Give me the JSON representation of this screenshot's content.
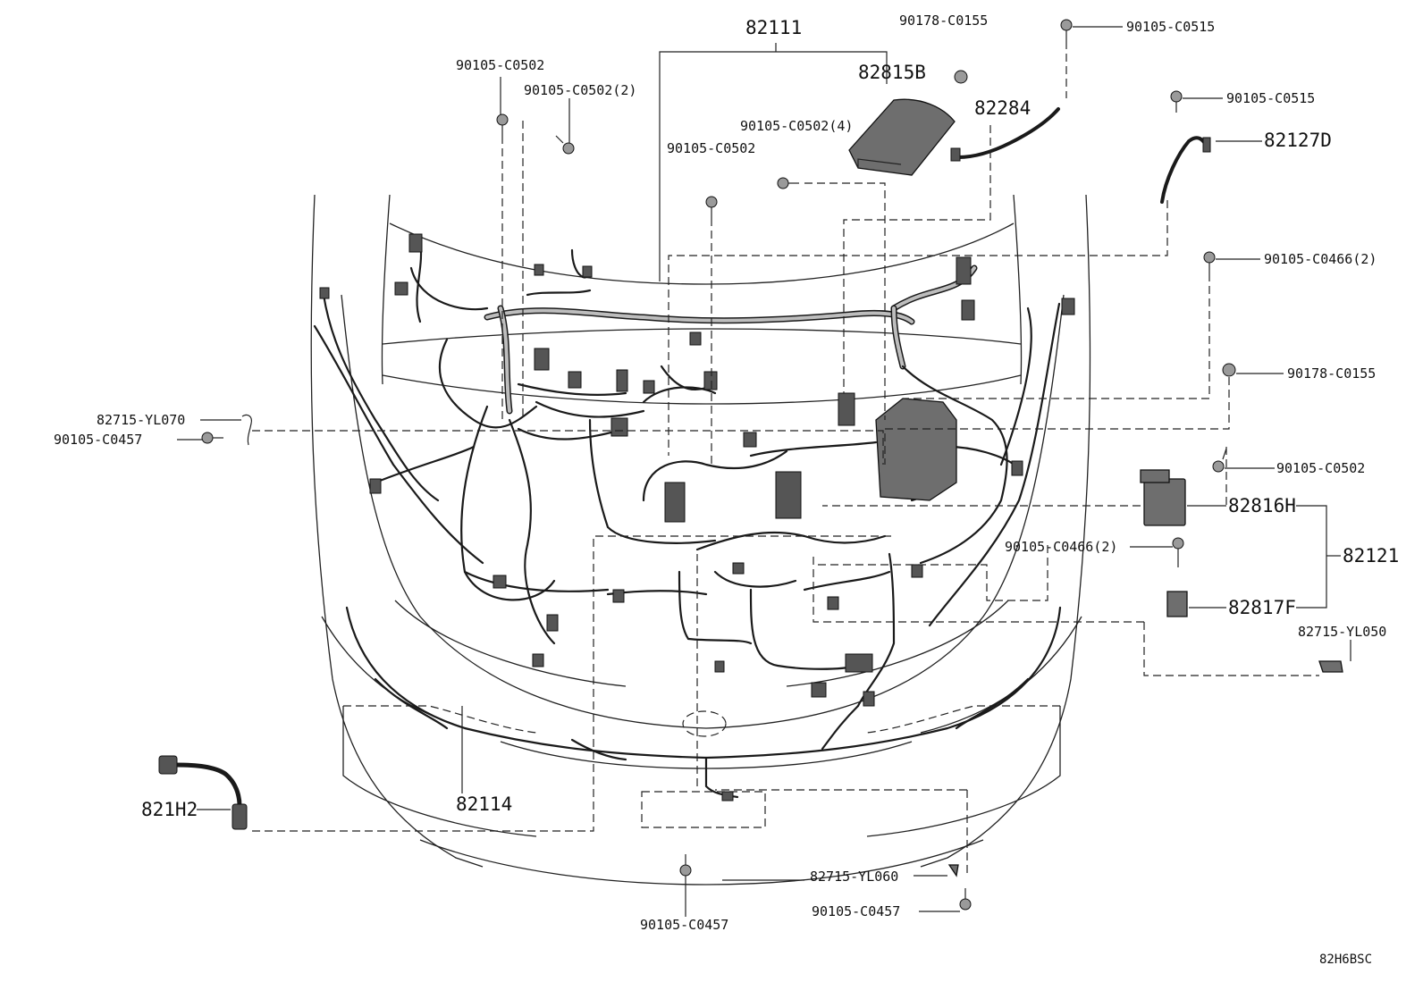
{
  "diagram": {
    "part_labels": {
      "p82111": "82111",
      "p82815b": "82815B",
      "p82284": "82284",
      "p82127d": "82127D",
      "p82816h": "82816H",
      "p82121": "82121",
      "p82817f": "82817F",
      "p82114": "82114",
      "p821h2": "821H2"
    },
    "fastener_labels": {
      "f_0155_top": "90178-C0155",
      "f_0515_top": "90105-C0515",
      "f_0502_left": "90105-C0502",
      "f_0502_2": "90105-C0502(2)",
      "f_0502_4": "90105-C0502(4)",
      "f_0502_mid": "90105-C0502",
      "f_0515_right": "90105-C0515",
      "f_0466_2_right": "90105-C0466(2)",
      "f_0155_right": "90178-C0155",
      "f_0502_right": "90105-C0502",
      "f_0466_2_mid": "90105-C0466(2)",
      "f_yl070": "82715-YL070",
      "f_0457_left": "90105-C0457",
      "f_yl050": "82715-YL050",
      "f_yl060": "82715-YL060",
      "f_0457_br": "90105-C0457",
      "f_0457_bc": "90105-C0457"
    },
    "reference_code": "82H6BSC"
  }
}
